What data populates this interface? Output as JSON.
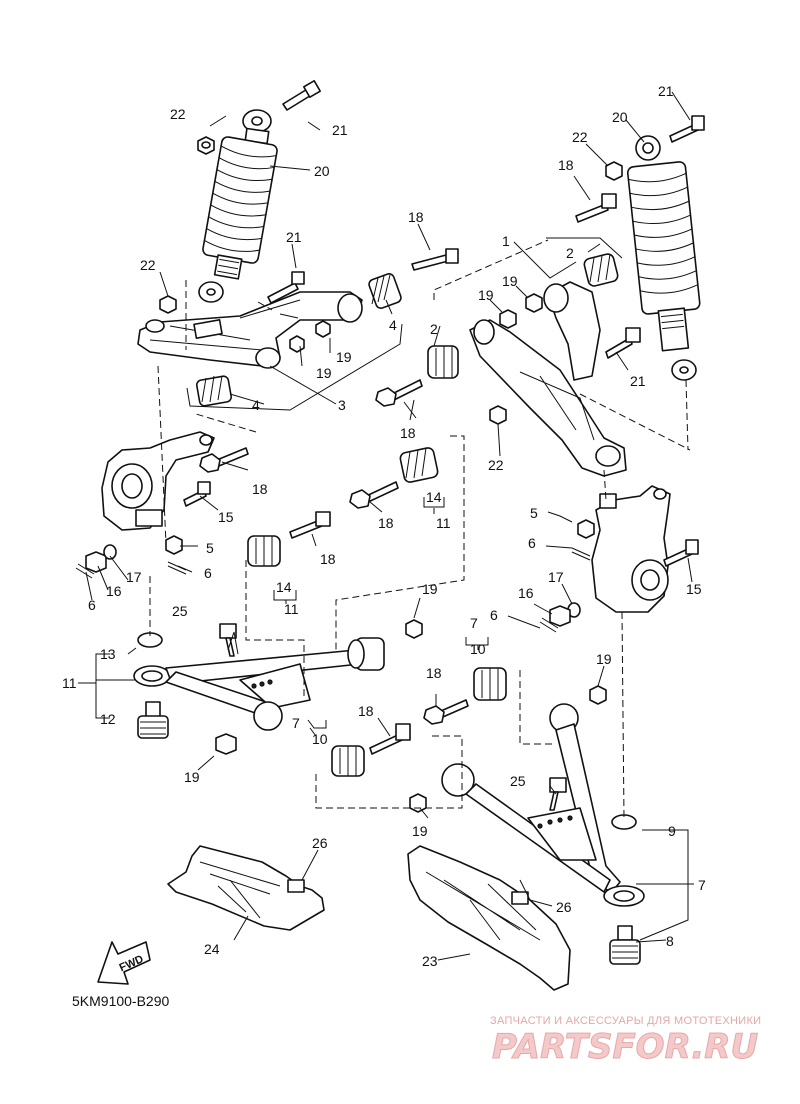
{
  "diagram": {
    "catalog_code": "5KM9100-B290",
    "fwd_label": "FWD",
    "watermark": {
      "tagline": "ЗАПЧАСТИ И АКСЕССУАРЫ ДЛЯ МОТОТЕХНИКИ",
      "brand": "PARTSFOR.RU"
    },
    "callouts": [
      {
        "id": "c21a",
        "label": "21"
      },
      {
        "id": "c22a",
        "label": "22"
      },
      {
        "id": "c20a",
        "label": "20"
      },
      {
        "id": "c18a",
        "label": "18"
      },
      {
        "id": "c21b",
        "label": "21"
      },
      {
        "id": "c22b",
        "label": "22"
      },
      {
        "id": "c4a",
        "label": "4"
      },
      {
        "id": "c19a",
        "label": "19"
      },
      {
        "id": "c19b",
        "label": "19"
      },
      {
        "id": "c3",
        "label": "3"
      },
      {
        "id": "c4b",
        "label": "4"
      },
      {
        "id": "c18b",
        "label": "18"
      },
      {
        "id": "c15a",
        "label": "15"
      },
      {
        "id": "c5a",
        "label": "5"
      },
      {
        "id": "c6a",
        "label": "6"
      },
      {
        "id": "c17a",
        "label": "17"
      },
      {
        "id": "c16a",
        "label": "16"
      },
      {
        "id": "c6b",
        "label": "6"
      },
      {
        "id": "c18c",
        "label": "18"
      },
      {
        "id": "c14a",
        "label": "14"
      },
      {
        "id": "c11a",
        "label": "11"
      },
      {
        "id": "c18d",
        "label": "18"
      },
      {
        "id": "c14b",
        "label": "14"
      },
      {
        "id": "c11b",
        "label": "11"
      },
      {
        "id": "c25a",
        "label": "25"
      },
      {
        "id": "c19c",
        "label": "19"
      },
      {
        "id": "c13",
        "label": "13"
      },
      {
        "id": "c11c",
        "label": "11"
      },
      {
        "id": "c12",
        "label": "12"
      },
      {
        "id": "c19d",
        "label": "19"
      },
      {
        "id": "c7a",
        "label": "7"
      },
      {
        "id": "c10a",
        "label": "10"
      },
      {
        "id": "c18e",
        "label": "18"
      },
      {
        "id": "c26a",
        "label": "26"
      },
      {
        "id": "c24",
        "label": "24"
      },
      {
        "id": "c21c",
        "label": "21"
      },
      {
        "id": "c20b",
        "label": "20"
      },
      {
        "id": "c22c",
        "label": "22"
      },
      {
        "id": "c18f",
        "label": "18"
      },
      {
        "id": "c1",
        "label": "1"
      },
      {
        "id": "c2a",
        "label": "2"
      },
      {
        "id": "c19e",
        "label": "19"
      },
      {
        "id": "c19f",
        "label": "19"
      },
      {
        "id": "c2b",
        "label": "2"
      },
      {
        "id": "c21d",
        "label": "21"
      },
      {
        "id": "c18g",
        "label": "18"
      },
      {
        "id": "c22d",
        "label": "22"
      },
      {
        "id": "c5b",
        "label": "5"
      },
      {
        "id": "c6c",
        "label": "6"
      },
      {
        "id": "c15b",
        "label": "15"
      },
      {
        "id": "c17b",
        "label": "17"
      },
      {
        "id": "c16b",
        "label": "16"
      },
      {
        "id": "c6d",
        "label": "6"
      },
      {
        "id": "c7b",
        "label": "7"
      },
      {
        "id": "c10b",
        "label": "10"
      },
      {
        "id": "c19g",
        "label": "19"
      },
      {
        "id": "c18h",
        "label": "18"
      },
      {
        "id": "c25b",
        "label": "25"
      },
      {
        "id": "c19h",
        "label": "19"
      },
      {
        "id": "c9",
        "label": "9"
      },
      {
        "id": "c7c",
        "label": "7"
      },
      {
        "id": "c26b",
        "label": "26"
      },
      {
        "id": "c8",
        "label": "8"
      },
      {
        "id": "c23",
        "label": "23"
      }
    ]
  }
}
